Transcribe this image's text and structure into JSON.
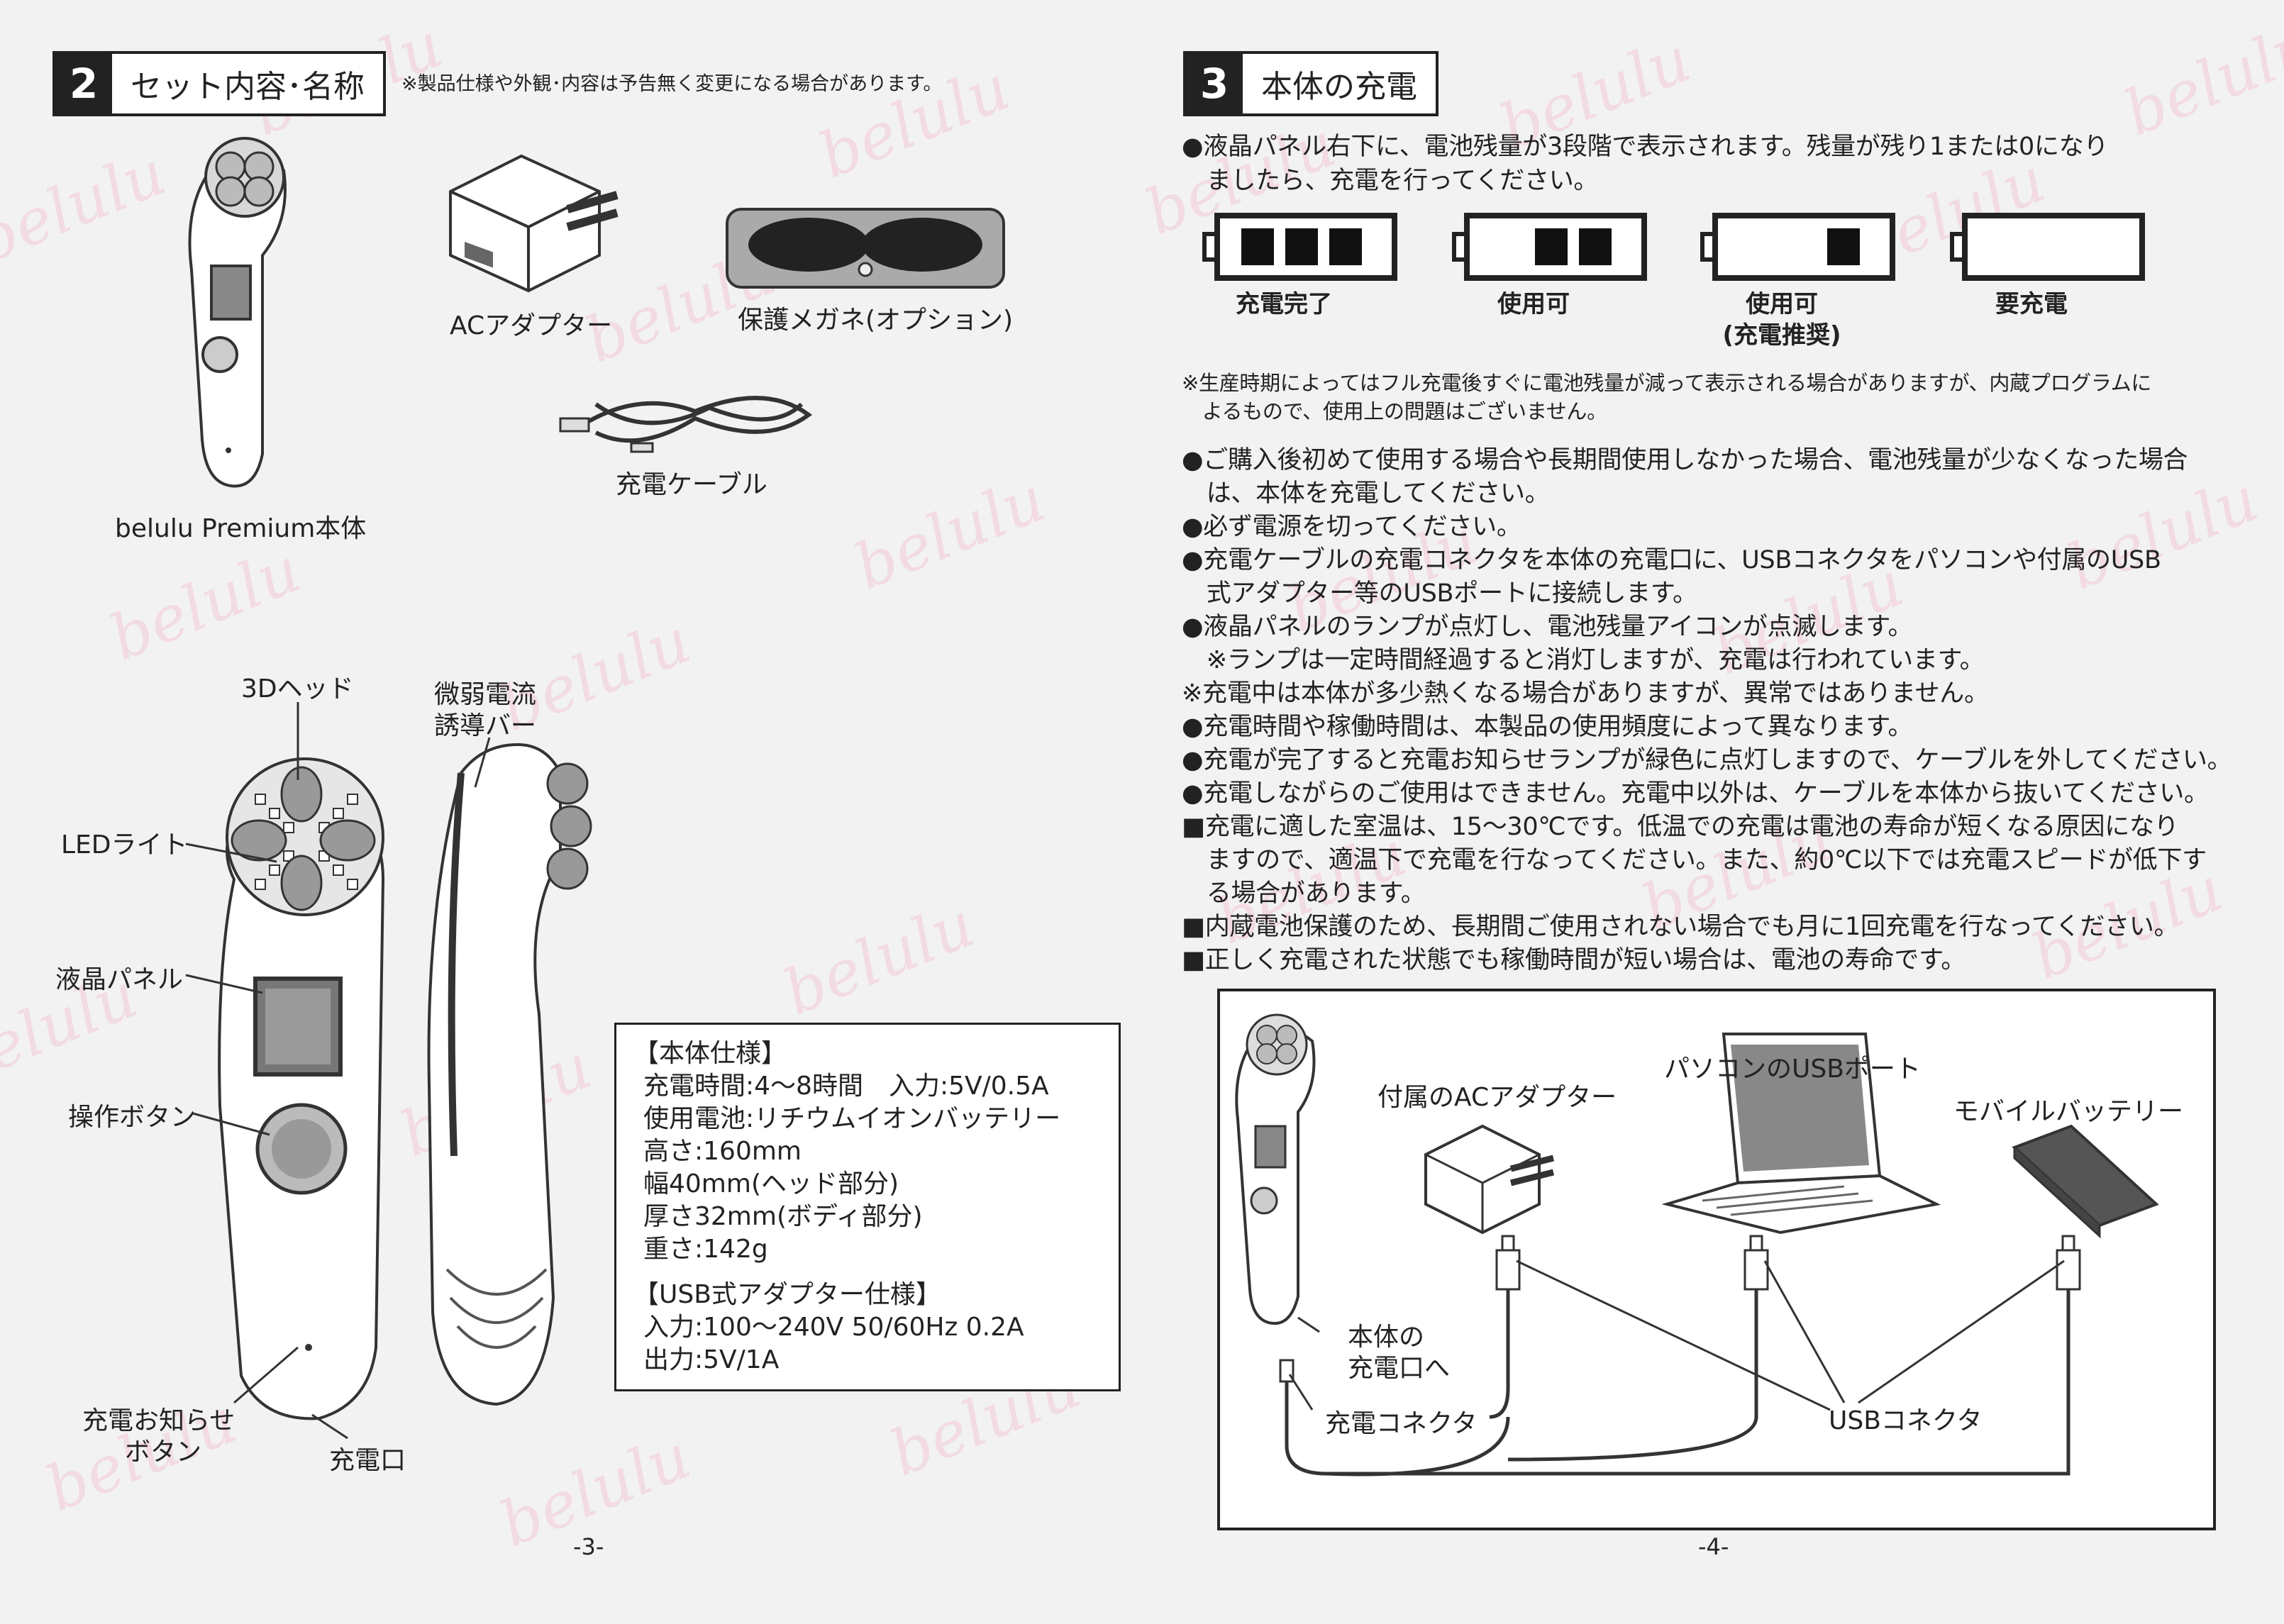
{
  "left_page": {
    "section_number": "2",
    "section_title": "セット内容･名称",
    "notice": "※製品仕様や外観･内容は予告無く変更になる場合があります。",
    "items": {
      "device": "belulu Premium本体",
      "ac_adapter": "ACアダプター",
      "goggles": "保護メガネ(オプション)",
      "cable": "充電ケーブル"
    },
    "parts": {
      "head": "3Dヘッド",
      "bar_line1": "微弱電流",
      "bar_line2": "誘導バー",
      "led": "LEDライト",
      "lcd": "液晶パネル",
      "button": "操作ボタン",
      "notify_line1": "充電お知らせ",
      "notify_line2": "ボタン",
      "port": "充電口"
    },
    "spec": {
      "title": "【本体仕様】",
      "lines": [
        "充電時間:4～8時間　入力:5V/0.5A",
        "使用電池:リチウムイオンバッテリー",
        "高さ:160mm",
        "幅40mm(ヘッド部分)",
        "厚さ32mm(ボディ部分)",
        "重さ:142g"
      ],
      "usb_title": "【USB式アダプター仕様】",
      "usb_lines": [
        "入力:100～240V 50/60Hz 0.2A",
        "出力:5V/1A"
      ]
    },
    "page_number": "-3-"
  },
  "right_page": {
    "section_number": "3",
    "section_title": "本体の充電",
    "intro_line1": "●液晶パネル右下に、電池残量が3段階で表示されます。残量が残り1または0になり",
    "intro_line2": "　ましたら、充電を行ってください。",
    "battery_labels": [
      {
        "line1": "充電完了",
        "line2": "",
        "bars": 3
      },
      {
        "line1": "使用可",
        "line2": "",
        "bars": 2
      },
      {
        "line1": "使用可",
        "line2": "(充電推奨)",
        "bars": 1
      },
      {
        "line1": "要充電",
        "line2": "",
        "bars": 0
      }
    ],
    "note_line1": "※生産時期によってはフル充電後すぐに電池残量が減って表示される場合がありますが、内蔵プログラムに",
    "note_line2": "　よるもので、使用上の問題はございません。",
    "bullets": [
      "●ご購入後初めて使用する場合や長期間使用しなかった場合、電池残量が少なくなった場合",
      "　は、本体を充電してください。",
      "●必ず電源を切ってください。",
      "●充電ケーブルの充電コネクタを本体の充電口に、USBコネクタをパソコンや付属のUSB",
      "　式アダプター等のUSBポートに接続します。",
      "●液晶パネルのランプが点灯し、電池残量アイコンが点滅します。",
      "　※ランプは一定時間経過すると消灯しますが、充電は行われています。",
      "※充電中は本体が多少熱くなる場合がありますが、異常ではありません。",
      "●充電時間や稼働時間は、本製品の使用頻度によって異なります。",
      "●充電が完了すると充電お知らせランプが緑色に点灯しますので、ケーブルを外してください。",
      "●充電しながらのご使用はできません。充電中以外は、ケーブルを本体から抜いてください。",
      "■充電に適した室温は、15～30℃です。低温での充電は電池の寿命が短くなる原因になり",
      "　ますので、適温下で充電を行なってください。また、約0℃以下では充電スピードが低下す",
      "　る場合があります。",
      "■内蔵電池保護のため、長期間ご使用されない場合でも月に1回充電を行なってください。",
      "■正しく充電された状態でも稼働時間が短い場合は、電池の寿命です。"
    ],
    "diagram": {
      "ac_adapter": "付属のACアダプター",
      "pc_usb": "パソコンのUSBポート",
      "mobile_battery": "モバイルバッテリー",
      "device_port_line1": "本体の",
      "device_port_line2": "充電口へ",
      "charge_connector": "充電コネクタ",
      "usb_connector": "USBコネクタ"
    },
    "page_number": "-4-"
  },
  "watermark": "belulu"
}
